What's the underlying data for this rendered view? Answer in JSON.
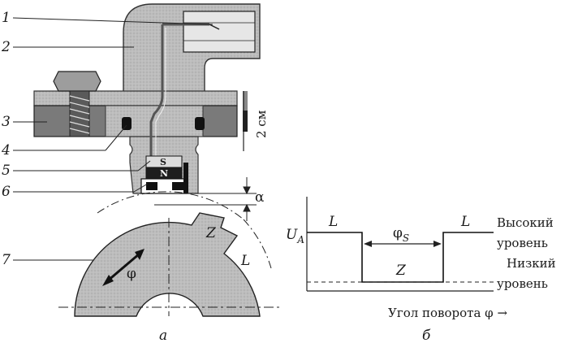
{
  "part_labels": [
    "1",
    "2",
    "3",
    "4",
    "5",
    "6",
    "7"
  ],
  "magnet": {
    "south": "S",
    "north": "N"
  },
  "scale_bar": "2 см",
  "gap_symbol": "α",
  "wheel": {
    "tooth": "Z",
    "gap": "L",
    "angle": "φ"
  },
  "graph": {
    "y_axis": "U",
    "y_axis_sub": "A",
    "level_high": "L",
    "level_high_right": "L",
    "level_low": "Z",
    "phase": "φ",
    "phase_sub": "S",
    "high_label_1": "Высокий",
    "high_label_2": "уровень",
    "low_label_1": "Низкий",
    "low_label_2": "уровень",
    "x_axis": "Угол поворота φ →"
  },
  "captions": {
    "left": "а",
    "right": "б"
  }
}
